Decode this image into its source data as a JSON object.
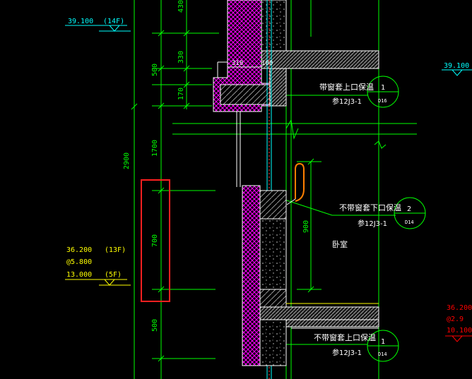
{
  "colors": {
    "background": "#000000",
    "dim_line": "#00ff00",
    "wall_outline": "#ffffff",
    "insulation": "#ff00ff",
    "level_cyan": "#00ffff",
    "level_yellow": "#ffff00",
    "level_red": "#ff0000",
    "highlight_box": "#ff2020",
    "pipe": "#ff8000",
    "concrete_fill": "#c8c8c8"
  },
  "levels_left": {
    "top": {
      "value": "39.100",
      "floor": "(14F)"
    },
    "bottom": {
      "value1": "36.200",
      "floor1": "(13F)",
      "step": "@5.800",
      "value2": "13.000",
      "floor2": "(5F)"
    }
  },
  "levels_right": {
    "top": "39.100",
    "bottom": {
      "line1": "36.200",
      "line2": "@2.9",
      "line3": "10.100"
    }
  },
  "dimensions": {
    "total": "2900",
    "d430": "430",
    "d330": "330",
    "d500_top": "500",
    "d170": "170",
    "d1700": "1700",
    "d700": "700",
    "d500_bottom": "500",
    "d310": "310",
    "d100": "100",
    "d900": "900"
  },
  "annotations": {
    "callout1": {
      "title": "带窗套上口保温",
      "ref": "参12J3-1",
      "num": "1",
      "sheet": "D16"
    },
    "callout2": {
      "title": "不带窗套下口保温",
      "ref": "参12J3-1",
      "num": "2",
      "sheet": "D14"
    },
    "callout3": {
      "title": "不带窗套上口保温",
      "ref": "参12J3-1",
      "num": "1",
      "sheet": "D14"
    },
    "room": "卧室"
  }
}
